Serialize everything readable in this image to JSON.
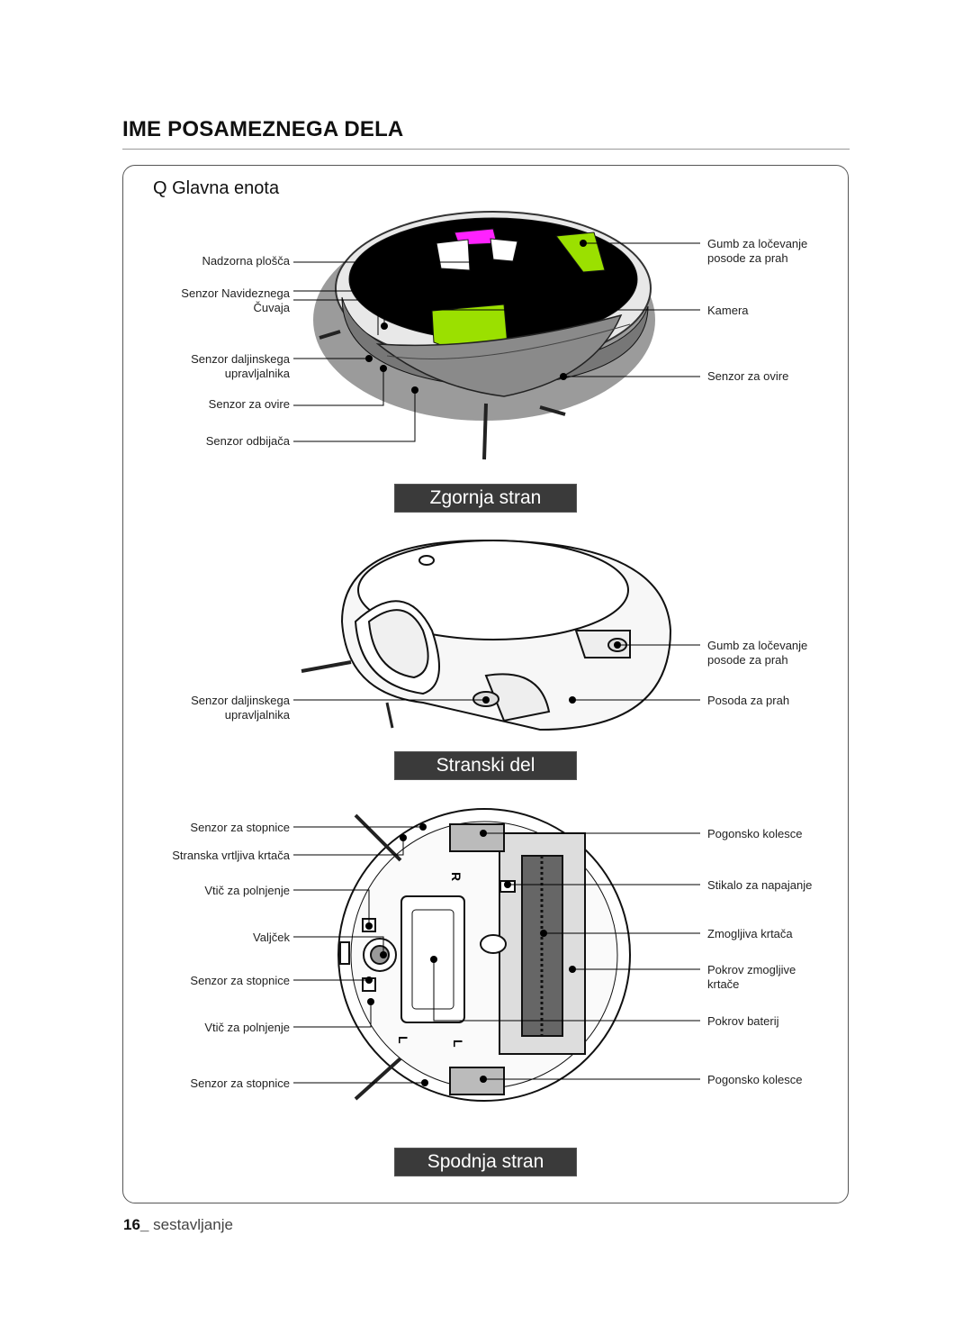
{
  "page": {
    "title": "IME POSAMEZNEGA DELA",
    "section": "Glavna enota",
    "section_bullet": "Q",
    "footer_number": "16_",
    "footer_text": "sestavljanje"
  },
  "views": {
    "top": {
      "banner": "Zgornja stran",
      "left_labels": [
        "Nadzorna plošča",
        "Senzor Navideznega",
        "Čuvaja",
        "Senzor daljinskega",
        "upravljalnika",
        "Senzor za ovire",
        "Senzor odbijača"
      ],
      "right_labels": [
        "Gumb za ločevanje",
        "posode za prah",
        "Kamera",
        "Senzor za ovire"
      ]
    },
    "side": {
      "banner": "Stranski del",
      "left_labels": [
        "Senzor daljinskega",
        "upravljalnika"
      ],
      "right_labels": [
        "Gumb za ločevanje",
        "posode za prah",
        "Posoda za prah"
      ]
    },
    "bottom": {
      "banner": "Spodnja stran",
      "left_labels": [
        "Senzor za stopnice",
        "Stranska vrtljiva krtača",
        "Vtič za polnjenje",
        "Valjček",
        "Senzor za stopnice",
        "Vtič za polnjenje",
        "Senzor za stopnice"
      ],
      "right_labels": [
        "Pogonsko kolesce",
        "Stikalo za napajanje",
        "Zmogljiva krtača",
        "Pokrov zmogljive",
        "krtače",
        "Pokrov baterij",
        "Pogonsko kolesce"
      ],
      "marks": [
        "R",
        "L",
        "L"
      ]
    }
  },
  "colors": {
    "accent_green": "#9be000",
    "accent_magenta": "#ff00ff",
    "banner_bg": "#3a3a3a"
  }
}
